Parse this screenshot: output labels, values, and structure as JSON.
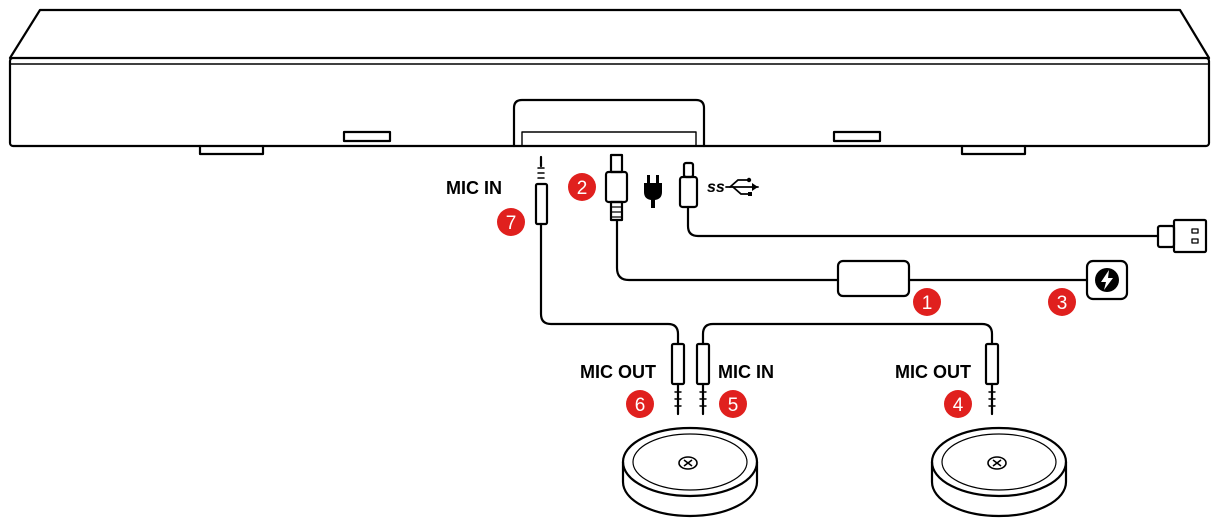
{
  "labels": {
    "mic_in_top": "MIC IN",
    "mic_out_left": "MIC OUT",
    "mic_in_mid": "MIC IN",
    "mic_out_right": "MIC OUT",
    "usb_superspeed": "ss"
  },
  "badges": [
    "1",
    "2",
    "3",
    "4",
    "5",
    "6",
    "7"
  ],
  "colors": {
    "badge": "#e0201e",
    "line": "#000000",
    "background": "#ffffff"
  },
  "icons": [
    "power-plug-icon",
    "usb-superspeed-icon",
    "lightning-power-icon",
    "mute-icon"
  ]
}
